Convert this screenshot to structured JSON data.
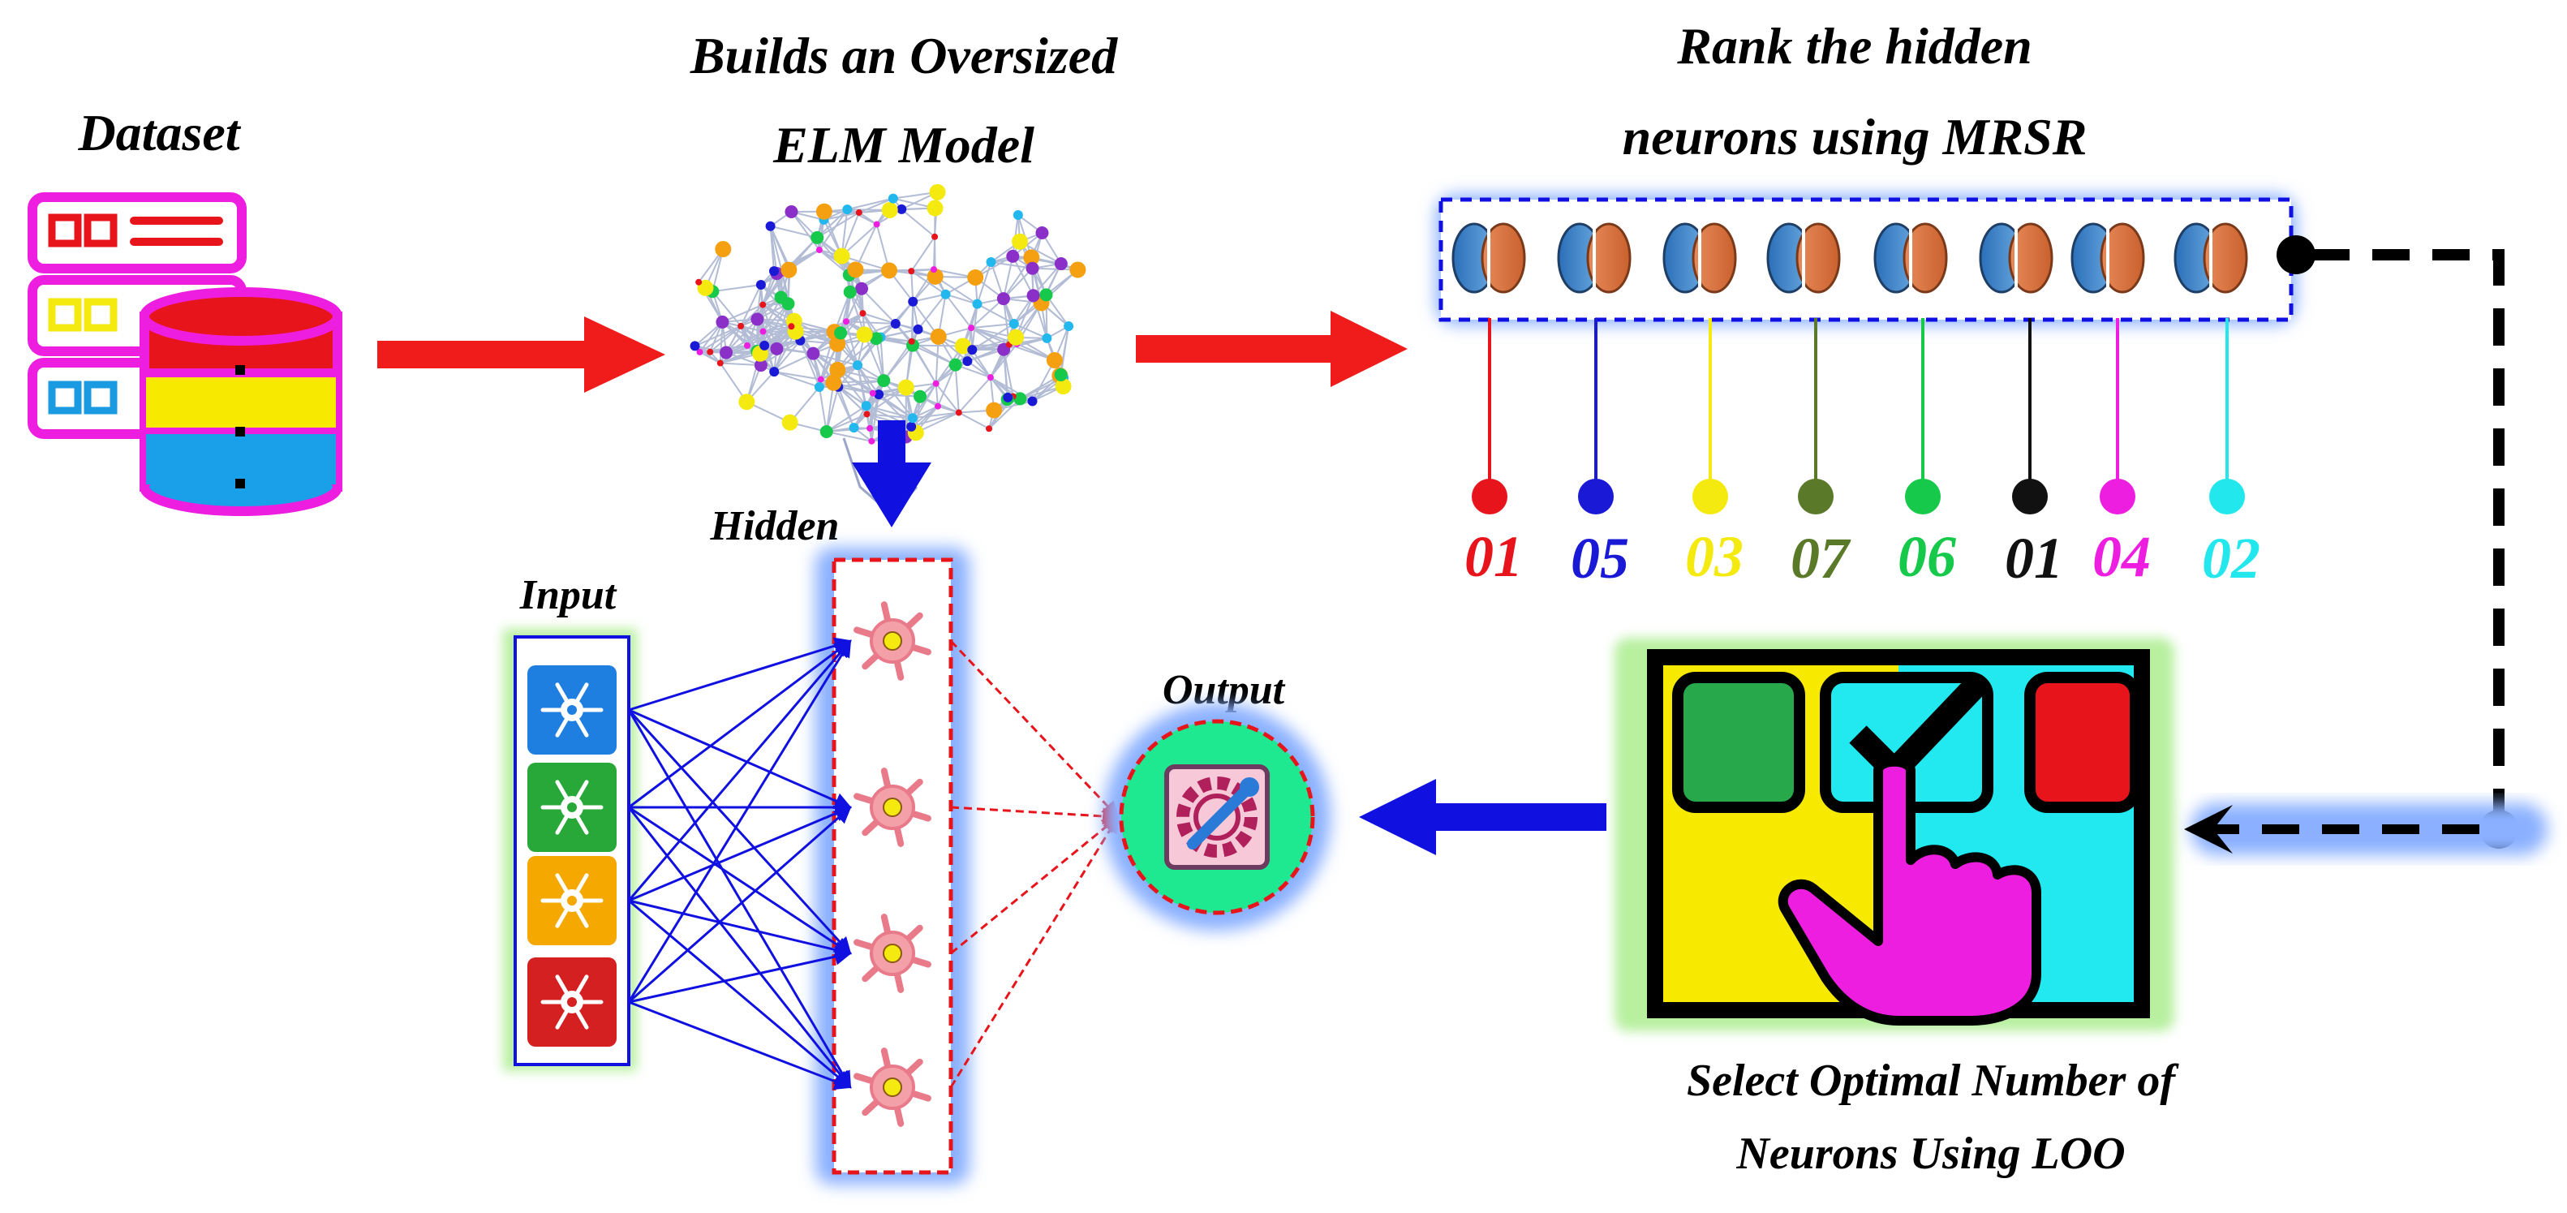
{
  "titles": {
    "dataset": "Dataset",
    "elm_line1": "Builds an Oversized",
    "elm_line2": "ELM Model",
    "rank_line1": "Rank the hidden",
    "rank_line2": "neurons using MRSR",
    "select_line1": "Select Optimal Number of",
    "select_line2": "Neurons Using LOO"
  },
  "network": {
    "input_label": "Input",
    "hidden_label": "Hidden",
    "output_label": "Output",
    "input_colors": [
      "#1f7fe0",
      "#28a838",
      "#f5a800",
      "#d42020"
    ]
  },
  "ranked_neurons": [
    {
      "label": "01",
      "color": "#e8141b"
    },
    {
      "label": "05",
      "color": "#1a1ad6"
    },
    {
      "label": "03",
      "color": "#f4ea10"
    },
    {
      "label": "07",
      "color": "#5a7a2a"
    },
    {
      "label": "06",
      "color": "#16c94a"
    },
    {
      "label": "01",
      "color": "#111111"
    },
    {
      "label": "04",
      "color": "#ee1ee0"
    },
    {
      "label": "02",
      "color": "#22e8ee"
    }
  ],
  "colors": {
    "flow_arrow_red": "#f01c1c",
    "flow_arrow_blue": "#1010e0",
    "dashed_connector": "#000000",
    "dataset_magenta": "#ee1ee0",
    "glow_blue": "#8ab0ff",
    "glow_green": "#b8f0a0"
  },
  "icons": {
    "dataset": "server-database-icon",
    "elm": "brain-network-icon",
    "ranked": "brain-icon",
    "input": "neuron-icon",
    "hidden": "neuron-cell-icon",
    "output": "gear-wrench-icon",
    "select": "hand-checkbox-icon"
  }
}
